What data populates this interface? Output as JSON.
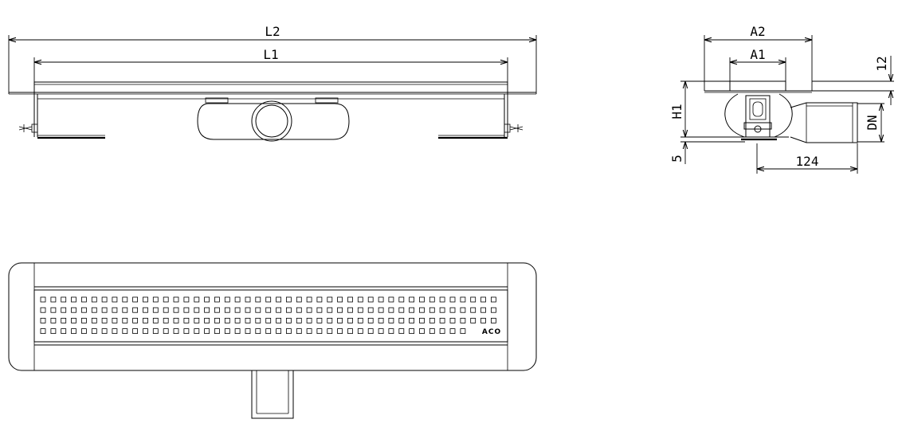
{
  "labels": {
    "l2": "L2",
    "l1": "L1",
    "a2": "A2",
    "a1": "A1",
    "dim_12": "12",
    "h1": "H1",
    "dn": "DN",
    "dim_5": "5",
    "dim_124": "124"
  },
  "brand": "ACO",
  "grate": {
    "rows": 4,
    "columns": 45
  }
}
